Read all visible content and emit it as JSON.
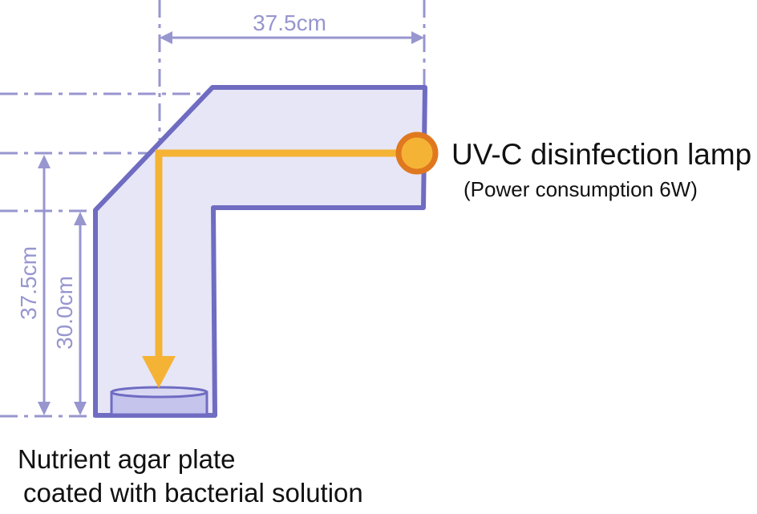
{
  "dimensions": {
    "top_width": "37.5cm",
    "left_height_outer": "37.5cm",
    "left_height_inner": "30.0cm"
  },
  "lamp": {
    "title": "UV-C disinfection lamp",
    "subtitle": "(Power consumption 6W)"
  },
  "plate": {
    "line1": "Nutrient agar plate",
    "line2": "coated with bacterial solution"
  },
  "colors": {
    "enclosure_stroke": "#6f6cc2",
    "enclosure_fill": "#e7e6f7",
    "dimension_lines": "#9796cf",
    "light_path": "#f5b335",
    "lamp_ring": "#e0781f",
    "plate_fill": "#c5c4ec"
  }
}
